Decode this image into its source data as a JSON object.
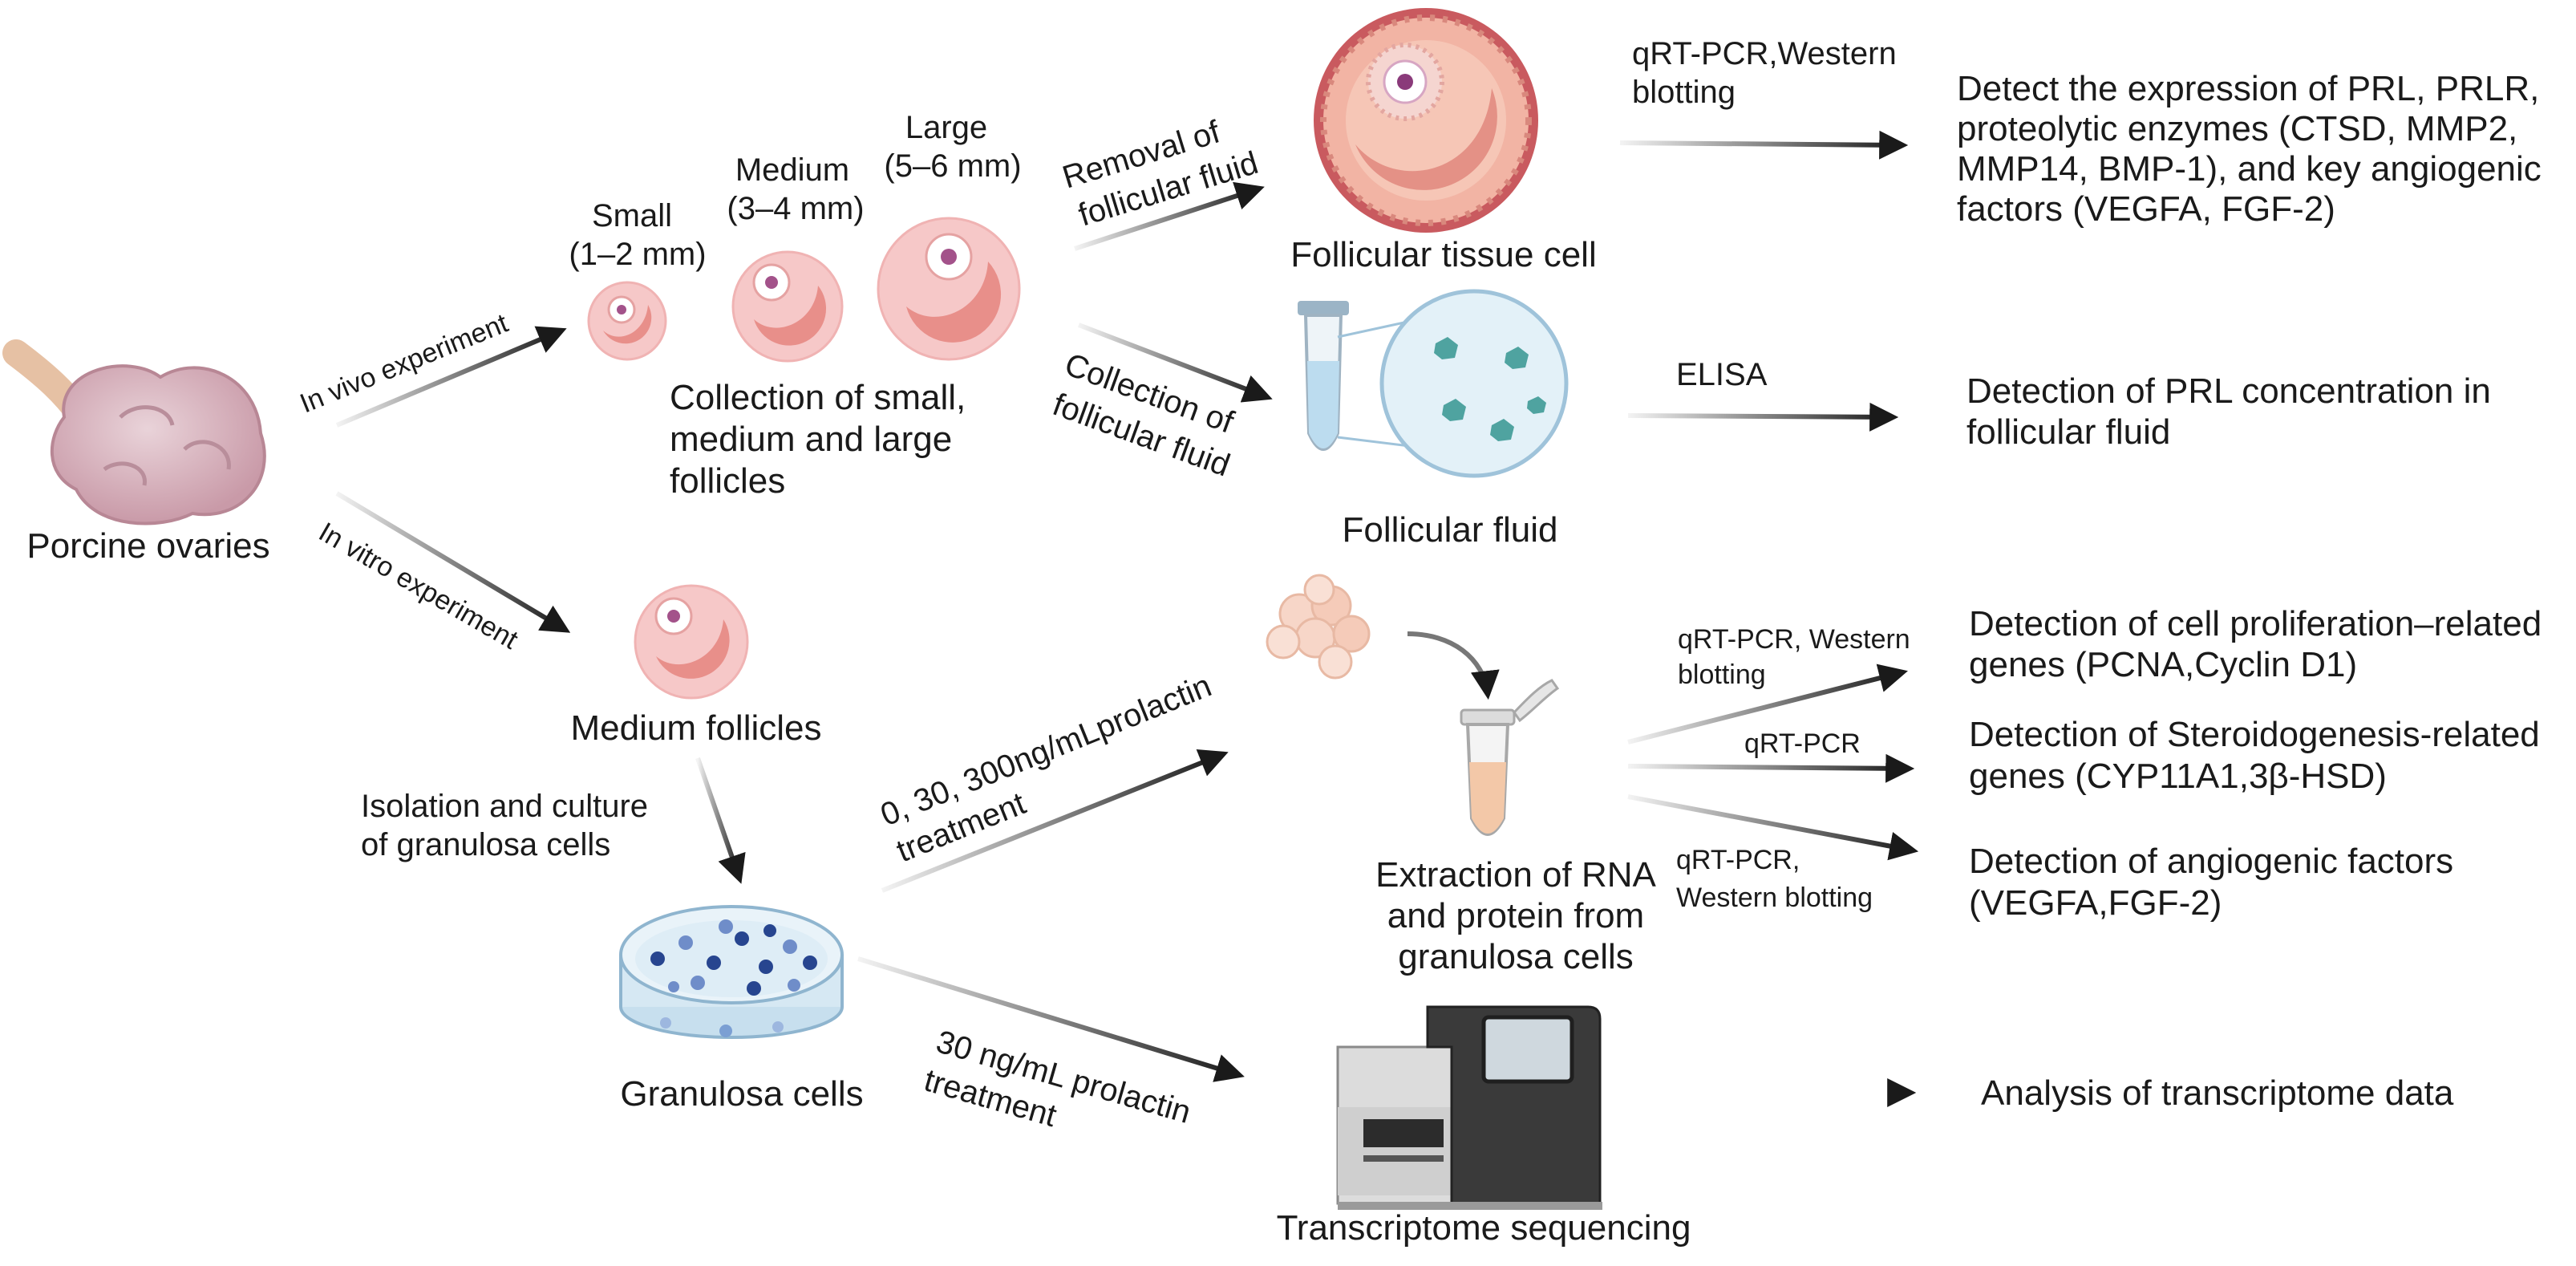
{
  "source": {
    "label": "Porcine ovaries"
  },
  "in_vivo": {
    "label": "In vivo experiment",
    "small": [
      "Small",
      "(1–2 mm)"
    ],
    "medium": [
      "Medium",
      "(3–4 mm)"
    ],
    "large": [
      "Large",
      "(5–6 mm)"
    ],
    "collection": [
      "Collection of small,",
      "medium and large",
      "follicles"
    ],
    "removal": [
      "Removal of",
      "follicular fluid"
    ],
    "collection_fluid": [
      "Collection of",
      "follicular fluid"
    ],
    "tissue_label": "Follicular tissue cell",
    "fluid_label": "Follicular fluid",
    "tissue_method": [
      "qRT-PCR,Western",
      "blotting"
    ],
    "fluid_method": "ELISA",
    "tissue_result": [
      "Detect the expression of PRL, PRLR,",
      "proteolytic enzymes (CTSD, MMP2,",
      "MMP14, BMP-1), and key angiogenic",
      "factors (VEGFA, FGF-2)"
    ],
    "fluid_result": [
      "Detection of PRL concentration in",
      "follicular fluid"
    ]
  },
  "in_vitro": {
    "label": "In vitro experiment",
    "medium_follicles": "Medium follicles",
    "isolation": [
      "Isolation and culture",
      "of granulosa cells"
    ],
    "granulosa": "Granulosa cells",
    "treatment_a": [
      "0, 30, 300ng/mLprolactin",
      "treatment"
    ],
    "treatment_b": [
      "30 ng/mL prolactin",
      "treatment"
    ],
    "extraction": [
      "Extraction of RNA",
      "and protein from",
      "granulosa cells"
    ],
    "sequencing": "Transcriptome sequencing",
    "method_1": [
      "qRT-PCR, Western",
      "blotting"
    ],
    "method_2": "qRT-PCR",
    "method_3": [
      "qRT-PCR,",
      "Western blotting"
    ],
    "result_1": [
      "Detection of cell proliferation–related",
      "genes (PCNA,Cyclin D1)"
    ],
    "result_2": [
      "Detection of Steroidogenesis-related",
      "genes (CYP11A1,3β-HSD)"
    ],
    "result_3": [
      "Detection of angiogenic factors",
      "(VEGFA,FGF-2)"
    ],
    "result_4": "Analysis of transcriptome data"
  },
  "colors": {
    "follicle_outer": "#f6c8c8",
    "follicle_inner": "#e88f8a",
    "ovary": "#d8b4be",
    "fluid": "#cfe6f2",
    "arrow": "#1a1a1a"
  }
}
